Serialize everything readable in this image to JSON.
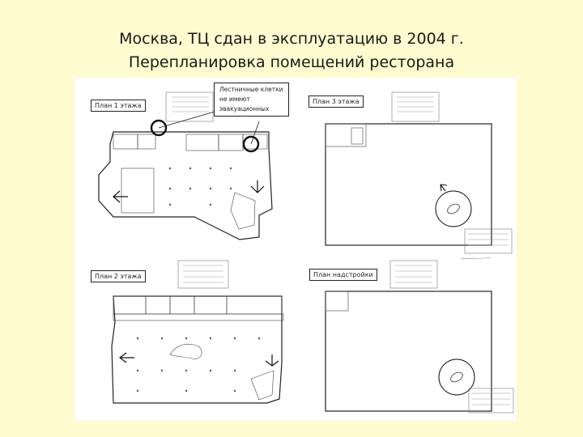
{
  "title_line1": "Москва, ТЦ сдан в эксплуатацию в 2004 г.",
  "title_line2": "Перепланировка помещений ресторана",
  "panels": {
    "plan1_label": "План 1 этажа",
    "plan2_label": "План 2 этажа",
    "plan3_label": "План 3 этажа",
    "plan4_label": "План надстройки"
  },
  "callout_text": "Лестничные клетки\nне имеют\nэвакуационных"
}
